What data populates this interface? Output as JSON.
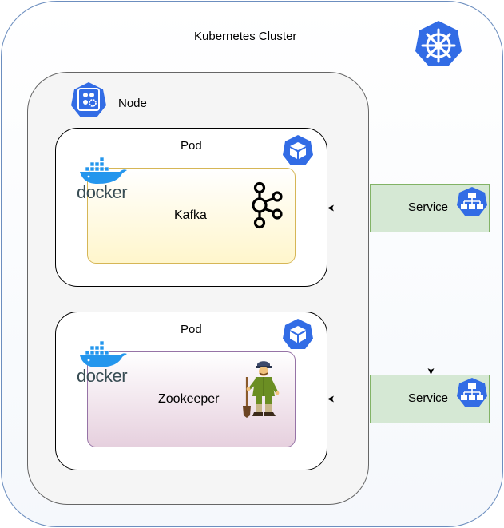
{
  "cluster": {
    "label": "Kubernetes Cluster",
    "icon": "kubernetes-helm-icon"
  },
  "node": {
    "label": "Node",
    "icon": "kubernetes-node-icon"
  },
  "pods": [
    {
      "label": "Pod",
      "icon": "kubernetes-pod-icon",
      "container": {
        "label": "Kafka",
        "runtime_label": "docker",
        "app_icon": "kafka-icon",
        "fill": "#fff6cc",
        "stroke": "#d6b656"
      }
    },
    {
      "label": "Pod",
      "icon": "kubernetes-pod-icon",
      "container": {
        "label": "Zookeeper",
        "runtime_label": "docker",
        "app_icon": "zookeeper-mascot-icon",
        "fill": "#e6d0de",
        "stroke": "#9673a6"
      }
    }
  ],
  "services": [
    {
      "label": "Service",
      "icon": "kubernetes-service-icon",
      "fill": "#d5e8d4",
      "stroke": "#82b366"
    },
    {
      "label": "Service",
      "icon": "kubernetes-service-icon",
      "fill": "#d5e8d4",
      "stroke": "#82b366"
    }
  ],
  "edges": [
    {
      "from": "Service",
      "to": "Kafka",
      "style": "solid"
    },
    {
      "from": "Service",
      "to": "Service",
      "style": "dashed"
    },
    {
      "from": "Service",
      "to": "Zookeeper",
      "style": "solid"
    }
  ],
  "colors": {
    "k8s_blue": "#326ce5",
    "cluster_stroke": "#6c8ebf",
    "node_fill": "#f5f5f5",
    "docker_blue": "#2496ed"
  }
}
